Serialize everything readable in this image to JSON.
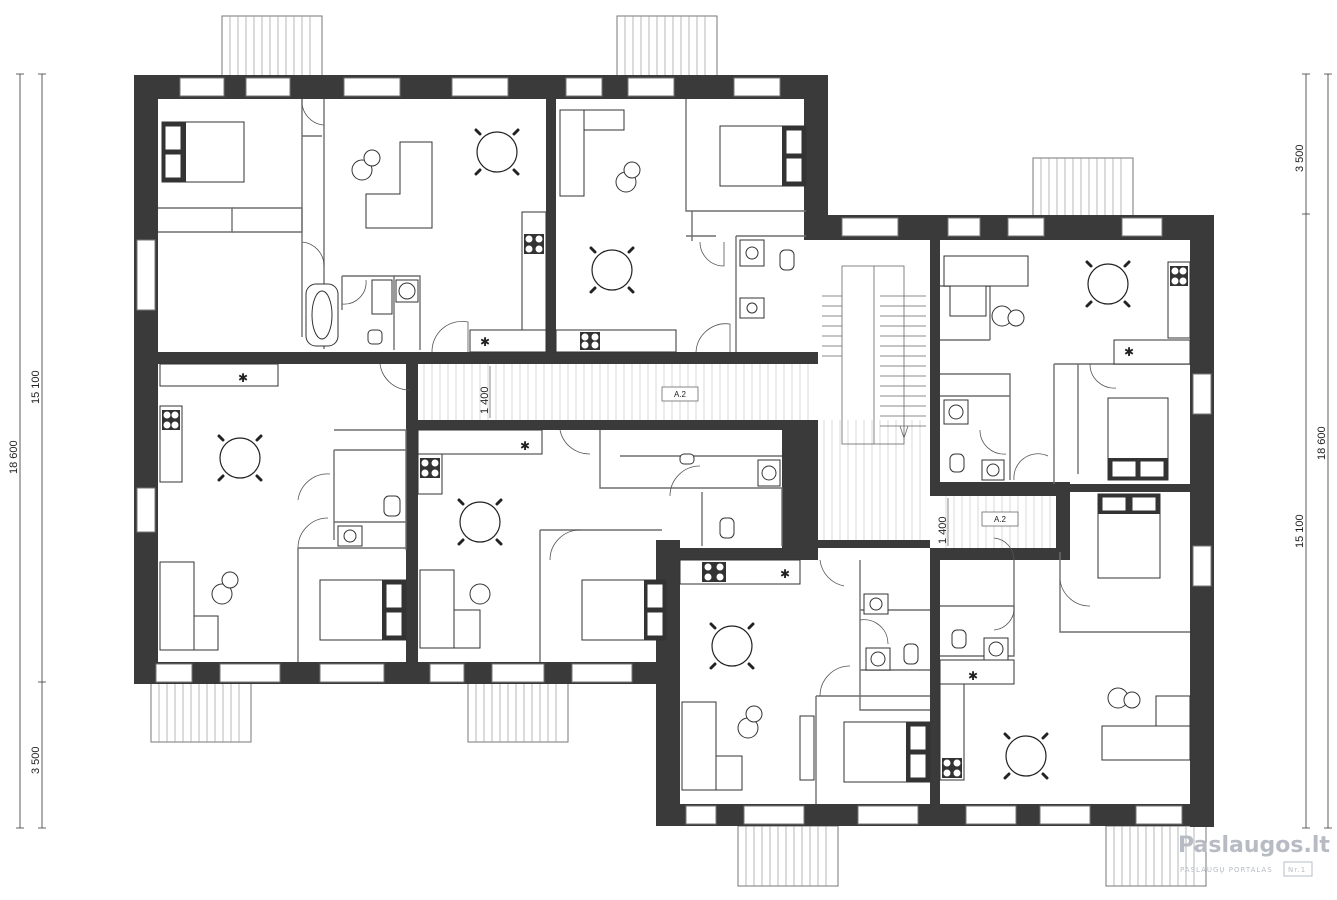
{
  "dimensions": {
    "left_total": "18 600",
    "left_main": "15 100",
    "left_balcony": "3 500",
    "right_top": "3 500",
    "right_main": "15 100",
    "right_total": "18 600"
  },
  "corridor": {
    "width_upper": "1 400",
    "width_lower": "1 400",
    "tag_upper": "A.2",
    "tag_lower": "A.2"
  },
  "watermark": {
    "title": "Paslaugos.lt",
    "subtitle": "PASLAUGŲ PORTALAS",
    "badge": "Nr.1"
  }
}
